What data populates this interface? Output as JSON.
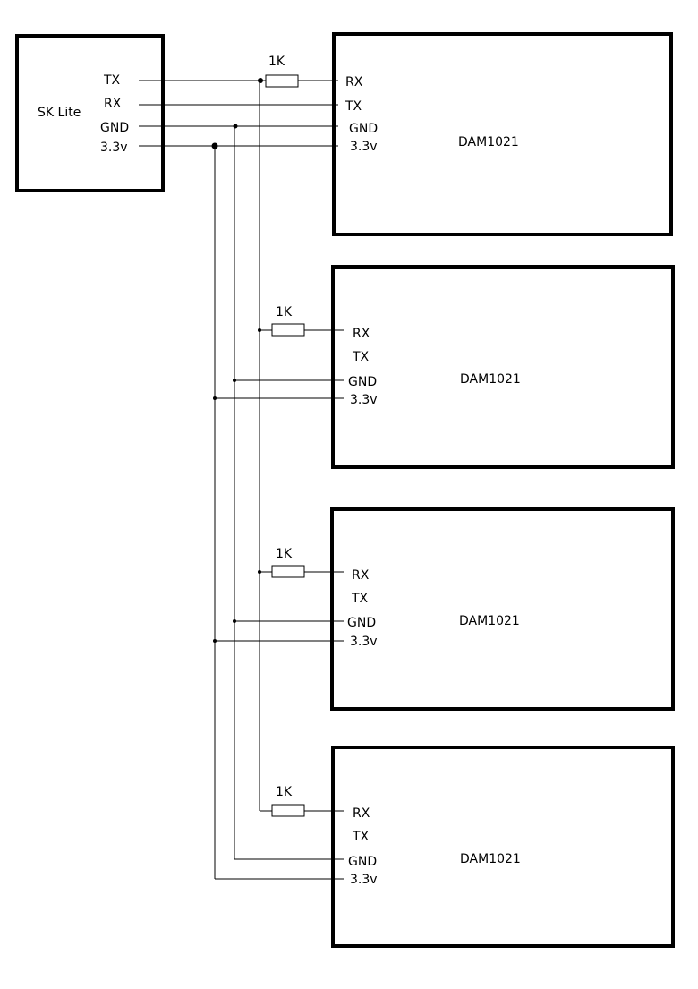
{
  "controller": {
    "name": "SK Lite",
    "pins": {
      "tx": "TX",
      "rx": "RX",
      "gnd": "GND",
      "vcc": "3.3v"
    }
  },
  "modules": [
    {
      "name": "DAM1021",
      "resistor": "1K",
      "pins": {
        "rx": "RX",
        "tx": "TX",
        "gnd": "GND",
        "vcc": "3.3v"
      }
    },
    {
      "name": "DAM1021",
      "resistor": "1K",
      "pins": {
        "rx": "RX",
        "tx": "TX",
        "gnd": "GND",
        "vcc": "3.3v"
      }
    },
    {
      "name": "DAM1021",
      "resistor": "1K",
      "pins": {
        "rx": "RX",
        "tx": "TX",
        "gnd": "GND",
        "vcc": "3.3v"
      }
    },
    {
      "name": "DAM1021",
      "resistor": "1K",
      "pins": {
        "rx": "RX",
        "tx": "TX",
        "gnd": "GND",
        "vcc": "3.3v"
      }
    }
  ]
}
